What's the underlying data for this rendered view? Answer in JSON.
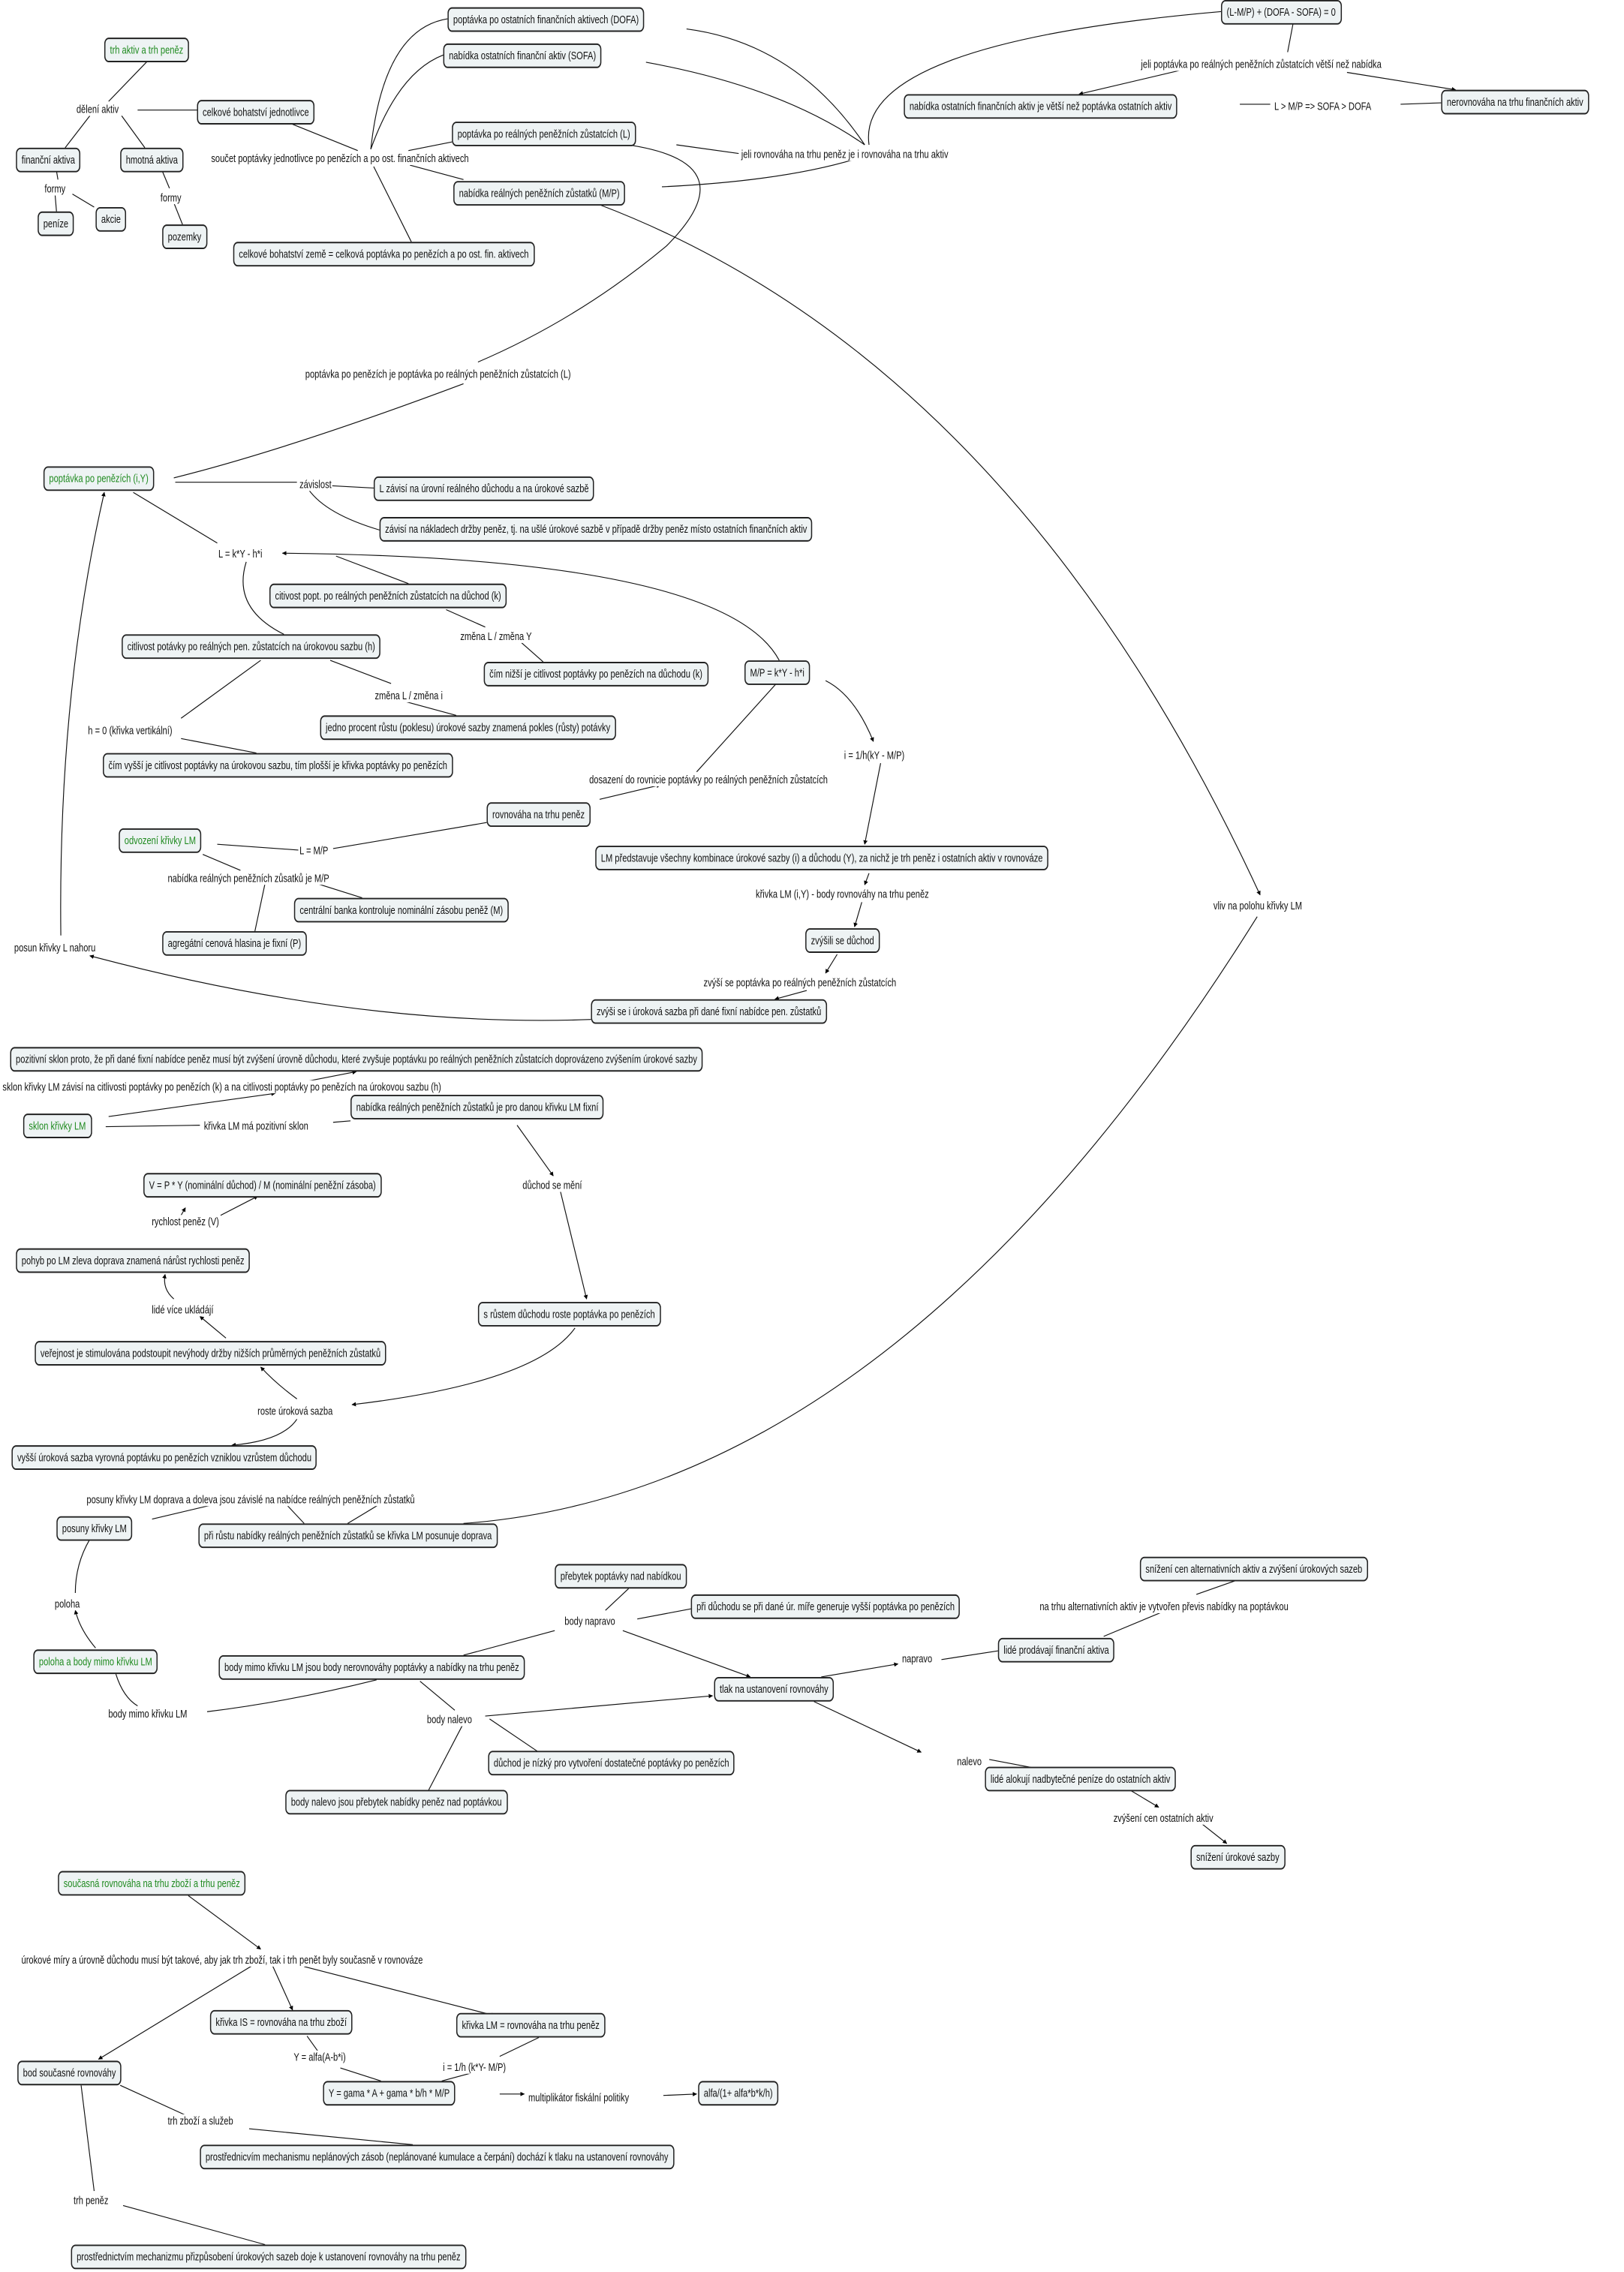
{
  "accent_color": "#1f8a1f",
  "concepts": [
    "trh aktiv a trh peněz",
    "celkové bohatství jednotlivce",
    "finanční aktiva",
    "hmotná aktiva",
    "peníze",
    "akcie",
    "pozemky",
    "celkové bohatství země = celková poptávka po penězích a po ost. fin. aktivech",
    "poptávka po ostatních finančních aktivech (DOFA)",
    "nabídka ostatních finanční aktiv (SOFA)",
    "poptávka po reálných peněžních zůstatcích (L)",
    "nabídka reálných peněžních zůstatků (M/P)",
    "(L-M/P) + (DOFA - SOFA) = 0",
    "nabídka ostatních finančních aktiv je větší než poptávka ostatních aktiv",
    "nerovnováha na trhu finančních aktiv",
    "poptávka po penězích (i,Y)",
    "L závisí na úrovní reálného důchodu a na úrokové sazbě",
    "závisí na nákladech držby peněz, tj. na ušlé úrokové sazbě v případě držby peněz místo ostatních finančních aktiv",
    "citivost popt. po reálných peněžních zůstatcích na důchod (k)",
    "čím nižší je citlivost poptávky po penězích na důchodu (k)",
    "citlivost potávky po reálných pen. zůstatcích na úrokovou sazbu (h)",
    "M/P = k*Y - h*i",
    "jedno procent růstu (poklesu) úrokové sazby znamená pokles (růsty) potávky",
    "čím vyšší je citlivost poptávky na úrokovou sazbu, tím plošší je křivka poptávky po penězích",
    "rovnováha na trhu peněz",
    "odvození křivky LM",
    "LM představuje všechny kombinace úrokové sazby (i) a důchodu (Y), za nichž je trh peněz i ostatních aktiv v rovnováze",
    "centrální banka kontroluje nominální zásobu peněž (M)",
    "zvýšili se důchod",
    "agregátní cenová hlasina je fixní (P)",
    "zvýši se i úroková sazba při dané fixní nabídce pen. zůstatků",
    "pozitivní sklon proto, že při dané fixní nabídce peněz musí být zvýšení úrovně důchodu, které zvyšuje poptávku po reálných peněžních zůstatcích doprovázeno zvýšením úrokové sazby",
    "nabídka reálných peněžních zůstatků je pro danou křivku LM fixní",
    "sklon křivky LM",
    "V = P * Y (nominální důchod) / M (nominální peněžní zásoba)",
    "pohyb po LM zleva doprava znamená nárůst rychlosti peněz",
    "s růstem důchodu roste poptávka po penězích",
    "veřejnost je stimulována podstoupit nevýhody držby nižších průměrných peněžních zůstatků",
    "vyšší úroková sazba vyrovná poptávku po penězích vzniklou vzrůstem důchodu",
    "posuny křivky LM",
    "při růstu nabídky reálných peněžních zůstatků se křivka LM posunuje doprava",
    "snížení  cen alternativních aktiv a zvýšení úrokových sazeb",
    "přebytek poptávky nad nabídkou",
    "při důchodu se při dané úr. míře generuje vyšší poptávka po penězích",
    "lidé prodávají finanční aktiva",
    "poloha a body mimo křivku LM",
    "body mimo křivku LM jsou body nerovnováhy poptávky a nabídky na trhu peněz",
    "tlak na ustanovení rovnováhy",
    "důchod je nízký pro vytvoření dostatečné poptávky po penězích",
    "lidé alokují nadbytečné peníze do ostatních aktiv",
    "body nalevo jsou přebytek nabídky peněz nad poptávkou",
    "snížení úrokové sazby",
    "současná rovnováha na trhu zboží a trhu peněz",
    "křivka IS = rovnováha na trhu zboží",
    "křivka LM = rovnováha na trhu peněz",
    "bod současné rovnováhy",
    "Y = gama * A + gama * b/h * M/P",
    "alfa/(1+ alfa*b*k/h)",
    "prostřednicvím mechanismu neplánových zásob (neplánované kumulace a čerpání) dochází k tlaku na ustanovení rovnováhy",
    "prostřednictvím mechanizmu přizpůsobení úrokových sazeb doje k ustanovení rovnováhy na trhu peněz"
  ],
  "link_phrases": [
    "dělení aktiv",
    "formy",
    "formy",
    "součet poptávky jednotlivce po penězích a po ost. finančních aktivech",
    "jeli rovnováha na trhu peněz je i rovnováha na trhu aktiv",
    "jeli poptávka po reálných peněžních zůstatcích větší než nabídka",
    "L > M/P => SOFA > DOFA",
    "poptávka po penězích je poptávka po reálných peněžních zůstatcích (L)",
    "závislost",
    "L = k*Y - h*i",
    "změna L / změna Y",
    "změna L / změna i",
    "h = 0 (křivka vertikální)",
    "i = 1/h(kY - M/P)",
    "dosazení do rovnicie poptávky po reálných peněžních zůstatcích",
    "L = M/P",
    "nabídka reálných peněžních zůsatků je M/P",
    "křivka LM (i,Y) - body rovnováhy na trhu peněz",
    "vliv na polohu křivky LM",
    "posun křivky L nahoru",
    "zvýší se poptávka po reálných peněžních zůstatcích",
    "sklon křivky LM závisí na citlivosti poptávky po penězích (k) a na citlivosti poptávky po penězích na úrokovou sazbu (h)",
    "křivka LM má pozitivní sklon",
    "důchod se mění",
    "rychlost peněz (V)",
    "lidé více ukládájí",
    "roste úroková sazba",
    "posuny křivky LM doprava a doleva jsou závislé na nabídce reálných peněžních zůstatků",
    "poloha",
    "na trhu alternativních aktiv je vytvořen převis nabídky na poptávkou",
    "body napravo",
    "napravo",
    "body mimo křivku LM",
    "body nalevo",
    "nalevo",
    "zvýšení cen ostatních aktiv",
    "úrokové míry a úrovně důchodu musí být takové, aby jak trh zboží, tak i trh penět byly současně v rovnováze",
    "Y = alfa(A-b*i)",
    "i = 1/h (k*Y- M/P)",
    "multiplikátor fiskální politiky",
    "trh zboží a služeb",
    "trh peněz"
  ]
}
